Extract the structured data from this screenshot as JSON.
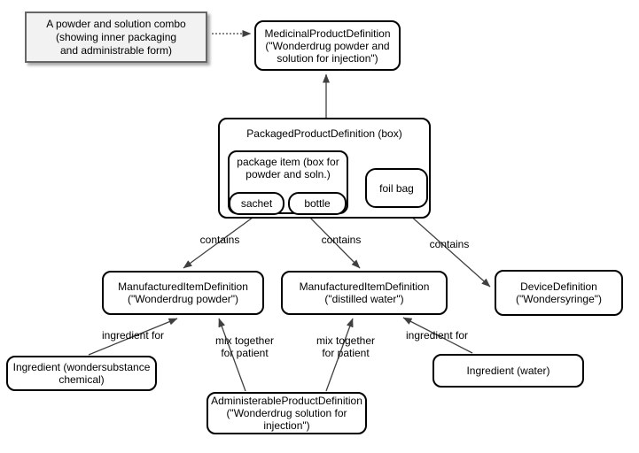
{
  "note": {
    "text": "A powder and solution combo\n(showing inner packaging\nand administrable form)"
  },
  "nodes": {
    "medicinal": {
      "label": "MedicinalProductDefinition\n(\"Wonderdrug powder and\nsolution for injection\")"
    },
    "packaged": {
      "label": "PackagedProductDefinition (box)"
    },
    "package_item": {
      "label": "package item (box for\npowder and soln.)"
    },
    "sachet": {
      "label": "sachet"
    },
    "bottle": {
      "label": "bottle"
    },
    "foil_bag": {
      "label": "foil bag"
    },
    "manufactured_powder": {
      "label": "ManufacturedItemDefinition\n(\"Wonderdrug powder\")"
    },
    "manufactured_water": {
      "label": "ManufacturedItemDefinition\n(\"distilled water\")"
    },
    "device": {
      "label": "DeviceDefinition\n(\"Wondersyringe\")"
    },
    "ingredient_chemical": {
      "label": "Ingredient (wondersubstance\nchemical)"
    },
    "ingredient_water": {
      "label": "Ingredient (water)"
    },
    "administerable": {
      "label": "AdministerableProductDefinition\n(\"Wonderdrug solution for\ninjection\")"
    }
  },
  "edge_labels": {
    "contains_1": "contains",
    "contains_2": "contains",
    "contains_3": "contains",
    "ingredient_for_left": "ingredient for",
    "mix_together_left": "mix together\nfor patient",
    "mix_together_right": "mix together\nfor patient",
    "ingredient_for_right": "ingredient for"
  },
  "colors": {
    "box_border": "#000000",
    "box_fill": "#ffffff",
    "note_fill": "#f2f2f2",
    "note_border": "#666666",
    "connector": "#404040",
    "text": "#000000"
  }
}
